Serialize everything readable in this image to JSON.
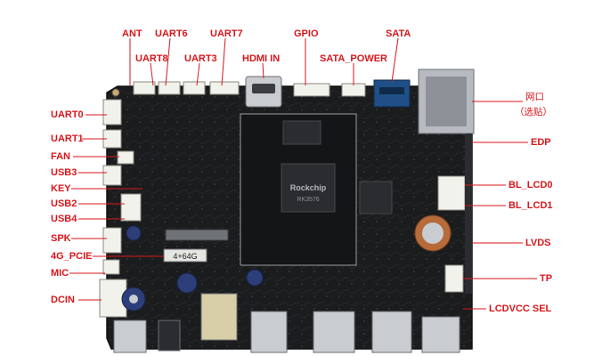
{
  "colors": {
    "label": "#d8161b",
    "board": "#1b1c1e",
    "metal": "#c9ccd0",
    "connector": "#f2f2ec"
  },
  "labels": {
    "ant": "ANT",
    "uart6": "UART6",
    "uart7": "UART7",
    "gpio": "GPIO",
    "sata": "SATA",
    "uart8": "UART8",
    "uart3": "UART3",
    "hdmi_in": "HDMI IN",
    "sata_power": "SATA_POWER",
    "uart0": "UART0",
    "uart1": "UART1",
    "fan": "FAN",
    "usb3": "USB3",
    "key": "KEY",
    "usb2": "USB2",
    "usb4": "USB4",
    "spk": "SPK",
    "pcie_4g": "4G_PCIE",
    "mic": "MIC",
    "dcin": "DCIN",
    "network_port": "网口",
    "network_port_note": "（选贴）",
    "edp": "EDP",
    "bl_lcd0": "BL_LCD0",
    "bl_lcd1": "BL_LCD1",
    "lvds": "LVDS",
    "tp": "TP",
    "lcdvcc_sel": "LCDVCC SEL"
  },
  "board_marks": {
    "soc_brand": "Rockchip",
    "soc_part": "RK3576",
    "module_label": "4+64G"
  }
}
